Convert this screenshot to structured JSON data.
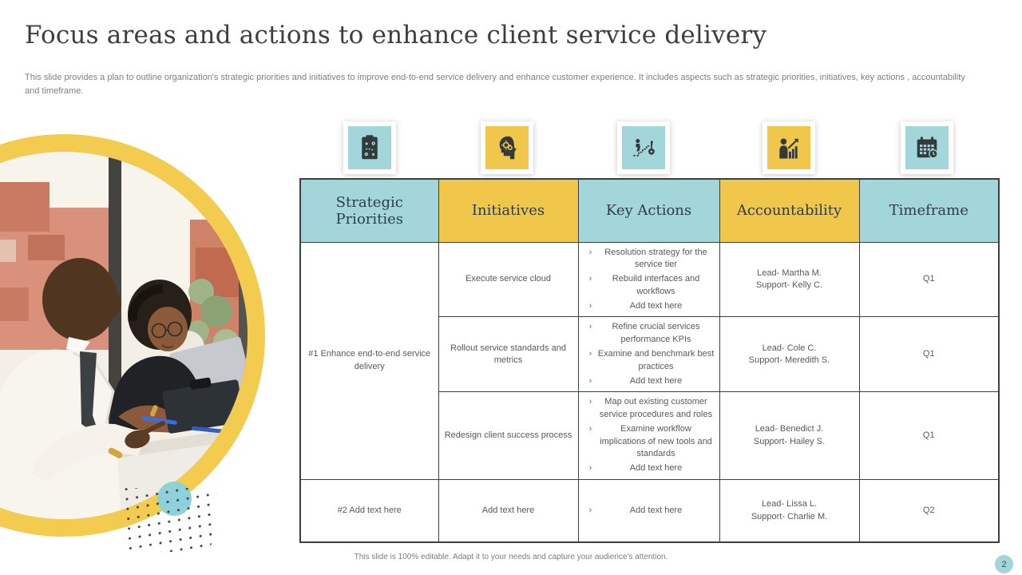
{
  "slide": {
    "title": "Focus areas and actions to enhance client service delivery",
    "description": "This slide provides a plan to outline organization's strategic priorities and initiatives to improve end-to-end service delivery and enhance customer experience. It includes aspects such as strategic priorities, initiatives, key actions , accountability and timeframe.",
    "footer_note": "This slide is 100% editable. Adapt it to your needs and capture your audience's attention.",
    "page_number": "2"
  },
  "colors": {
    "accent_yellow": "#f3cb4e",
    "accent_teal": "#a3d6db",
    "accent_teal_circle": "#8ed1d9",
    "table_border": "#3a3f42",
    "header_text": "#2e3d46",
    "body_text": "#595959"
  },
  "table": {
    "bullet_char": "›",
    "columns": [
      {
        "label": "Strategic Priorities",
        "icon": "strategy-clipboard-icon",
        "tone": "teal"
      },
      {
        "label": "Initiatives",
        "icon": "head-gears-icon",
        "tone": "yellow"
      },
      {
        "label": "Key Actions",
        "icon": "stairs-goal-icon",
        "tone": "teal"
      },
      {
        "label": "Accountability",
        "icon": "person-growth-chart-icon",
        "tone": "yellow"
      },
      {
        "label": "Timeframe",
        "icon": "calendar-clock-icon",
        "tone": "teal"
      }
    ],
    "priorities": [
      {
        "label": "#1 Enhance end-to-end service delivery"
      },
      {
        "label": "#2 Add text here"
      }
    ],
    "rows": [
      {
        "initiative": "Execute service cloud",
        "actions": [
          "Resolution strategy for the service tier",
          "Rebuild interfaces and workflows",
          "Add text here"
        ],
        "lead": "Lead- Martha M.",
        "support": "Support- Kelly C.",
        "timeframe": "Q1"
      },
      {
        "initiative": "Rollout service standards and metrics",
        "actions": [
          "Refine crucial services performance KPIs",
          "Examine and benchmark best practices",
          "Add text here"
        ],
        "lead": "Lead- Cole C.",
        "support": "Support- Meredith S.",
        "timeframe": "Q1"
      },
      {
        "initiative": "Redesign client success process",
        "actions": [
          "Map out existing customer service procedures and roles",
          "Examine workflow implications of new tools and standards",
          "Add text here"
        ],
        "lead": "Lead- Benedict J.",
        "support": "Support- Hailey S.",
        "timeframe": "Q1"
      },
      {
        "initiative": "Add text here",
        "actions": [
          "Add text here"
        ],
        "lead": "Lead- Lissa L.",
        "support": "Support- Charlie M.",
        "timeframe": "Q2"
      }
    ]
  }
}
